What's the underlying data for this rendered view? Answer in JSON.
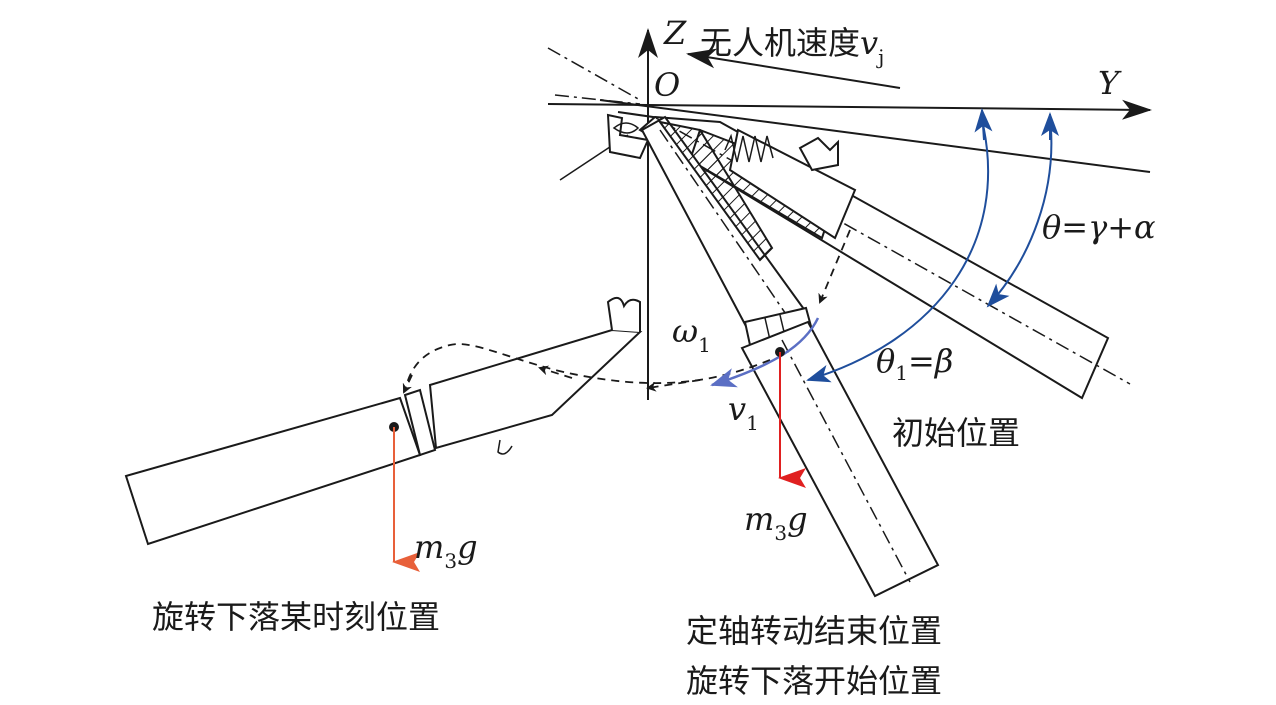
{
  "axes": {
    "z_label": "Z",
    "y_label": "Y",
    "origin_label": "O"
  },
  "labels": {
    "uav_speed": "无人机速度",
    "uav_speed_symbol": "v",
    "uav_speed_sub": "j",
    "theta_eq": "θ=γ+α",
    "omega": "ω",
    "omega_sub": "1",
    "theta1": "θ",
    "theta1_sub": "1",
    "theta1_rhs": "=β",
    "v1": "v",
    "v1_sub": "1",
    "m3g_mid_m": "m",
    "m3g_mid_sub": "3",
    "m3g_mid_g": "g",
    "m3g_left_m": "m",
    "m3g_left_sub": "3",
    "m3g_left_g": "g",
    "initial_position": "初始位置",
    "falling_moment_position": "旋转下落某时刻位置",
    "fixed_axis_end": "定轴转动结束位置",
    "falling_start": "旋转下落开始位置"
  },
  "colors": {
    "angle_arrow_blue": "#1f4e9c",
    "omega_arrow_blue": "#5b6fc4",
    "gravity_red_mid": "#e02020",
    "gravity_red_left": "#e8603a",
    "ink": "#1a1a1a"
  }
}
